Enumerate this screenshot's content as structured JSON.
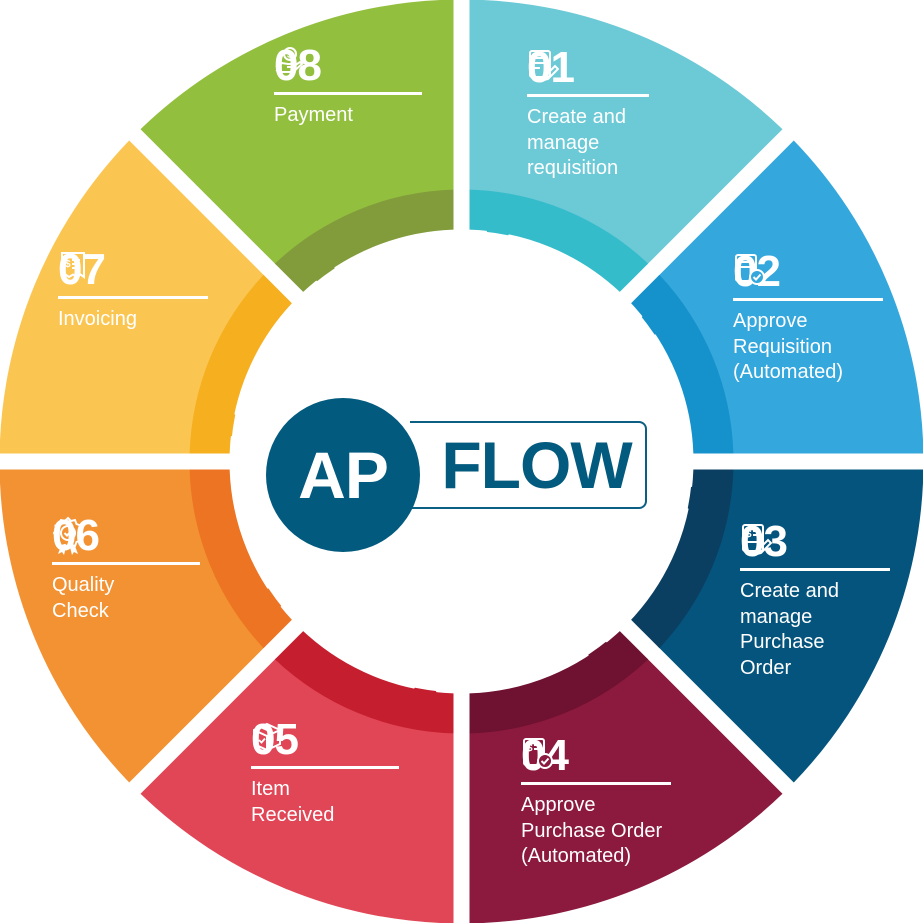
{
  "center": {
    "left": "AP",
    "right": "FLOW"
  },
  "segments": [
    {
      "num": "01",
      "lines": [
        "Create and",
        "manage",
        "requisition"
      ],
      "icon": "requisition-edit-icon",
      "color": "#6cc9d6",
      "inner": "#35bccb"
    },
    {
      "num": "02",
      "lines": [
        "Approve",
        "Requisition",
        "(Automated)"
      ],
      "icon": "approve-document-icon",
      "color": "#34a7dd",
      "inner": "#1592cb"
    },
    {
      "num": "03",
      "lines": [
        "Create and",
        "manage",
        "Purchase",
        "Order"
      ],
      "icon": "purchase-order-edit-icon",
      "color": "#04547d",
      "inner": "#0b3f61"
    },
    {
      "num": "04",
      "lines": [
        "Approve",
        "Purchase Order",
        "(Automated)"
      ],
      "icon": "purchase-order-approve-icon",
      "color": "#8b1a3e",
      "inner": "#6f1231"
    },
    {
      "num": "05",
      "lines": [
        "Item",
        "Received"
      ],
      "icon": "package-icon",
      "color": "#e14656",
      "inner": "#c51e2e"
    },
    {
      "num": "06",
      "lines": [
        "Quality",
        "Check"
      ],
      "icon": "quality-badge-icon",
      "color": "#f39233",
      "inner": "#ec7423"
    },
    {
      "num": "07",
      "lines": [
        "Invoicing"
      ],
      "icon": "invoice-icon",
      "color": "#fbc552",
      "inner": "#f5af1f"
    },
    {
      "num": "08",
      "lines": [
        "Payment"
      ],
      "icon": "payment-hand-icon",
      "color": "#93bf3f",
      "inner": "#829c3c"
    }
  ]
}
